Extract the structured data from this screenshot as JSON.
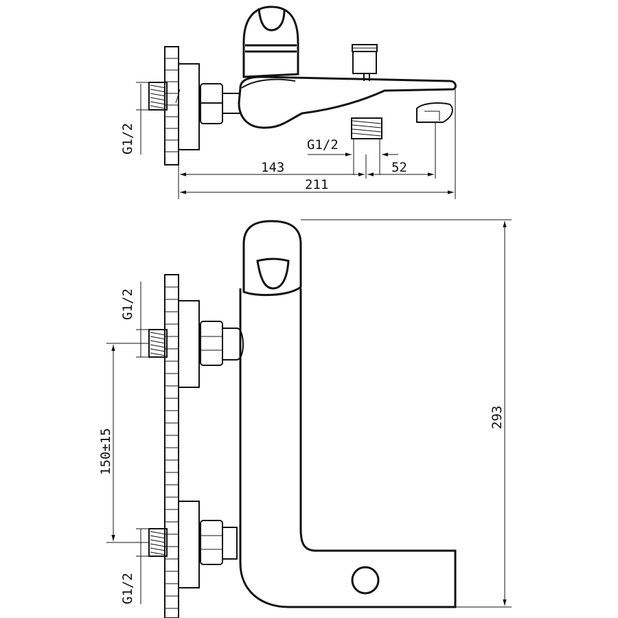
{
  "drawing": {
    "top_view": {
      "thread_label_left": "G1/2",
      "thread_label_spout": "G1/2",
      "dim_143": "143",
      "dim_52": "52",
      "dim_211": "211"
    },
    "front_view": {
      "thread_label_upper": "G1/2",
      "thread_label_lower": "G1/2",
      "dim_centers": "150±15",
      "dim_height": "293"
    }
  }
}
